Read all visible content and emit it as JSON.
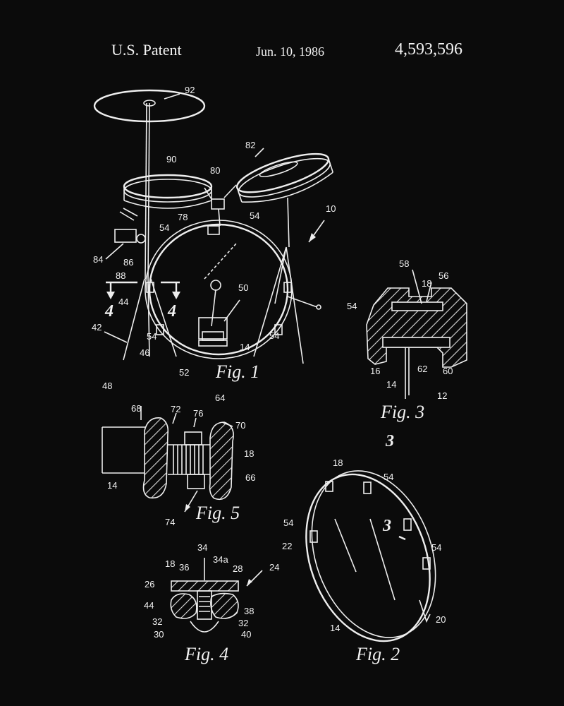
{
  "header": {
    "left": "U.S. Patent",
    "date": "Jun. 10, 1986",
    "number": "4,593,596"
  },
  "figures": {
    "fig1": "Fig. 1",
    "fig2": "Fig. 2",
    "fig3": "Fig. 3",
    "fig4": "Fig. 4",
    "fig5": "Fig. 5"
  },
  "section_markers": {
    "s4a": "4",
    "s4b": "4",
    "s3a": "3",
    "s3b": "3"
  },
  "refs": {
    "r92": "92",
    "r90": "90",
    "r82": "82",
    "r80": "80",
    "r78": "78",
    "r54a": "54",
    "r54b": "54",
    "r10": "10",
    "r84": "84",
    "r86": "86",
    "r88": "88",
    "r44": "44",
    "r50": "50",
    "r42": "42",
    "r46": "46",
    "r54c": "54",
    "r54d": "54",
    "r48": "48",
    "r52": "52",
    "r14a": "14",
    "r58": "58",
    "r18a": "18",
    "r56": "56",
    "r54e": "54",
    "r16": "16",
    "r62": "62",
    "r60": "60",
    "r14b": "14",
    "r12": "12",
    "r64": "64",
    "r68": "68",
    "r72": "72",
    "r76": "76",
    "r70": "70",
    "r18b": "18",
    "r66": "66",
    "r14c": "14",
    "r74": "74",
    "r18c": "18",
    "r54f": "54",
    "r54g": "54",
    "r22": "22",
    "r54h": "54",
    "r20": "20",
    "r14d": "14",
    "r34": "34",
    "r34a": "34a",
    "r18d": "18",
    "r36": "36",
    "r28": "28",
    "r24": "24",
    "r26": "26",
    "r44b": "44",
    "r38": "38",
    "r32a": "32",
    "r32b": "32",
    "r30": "30",
    "r40": "40"
  }
}
